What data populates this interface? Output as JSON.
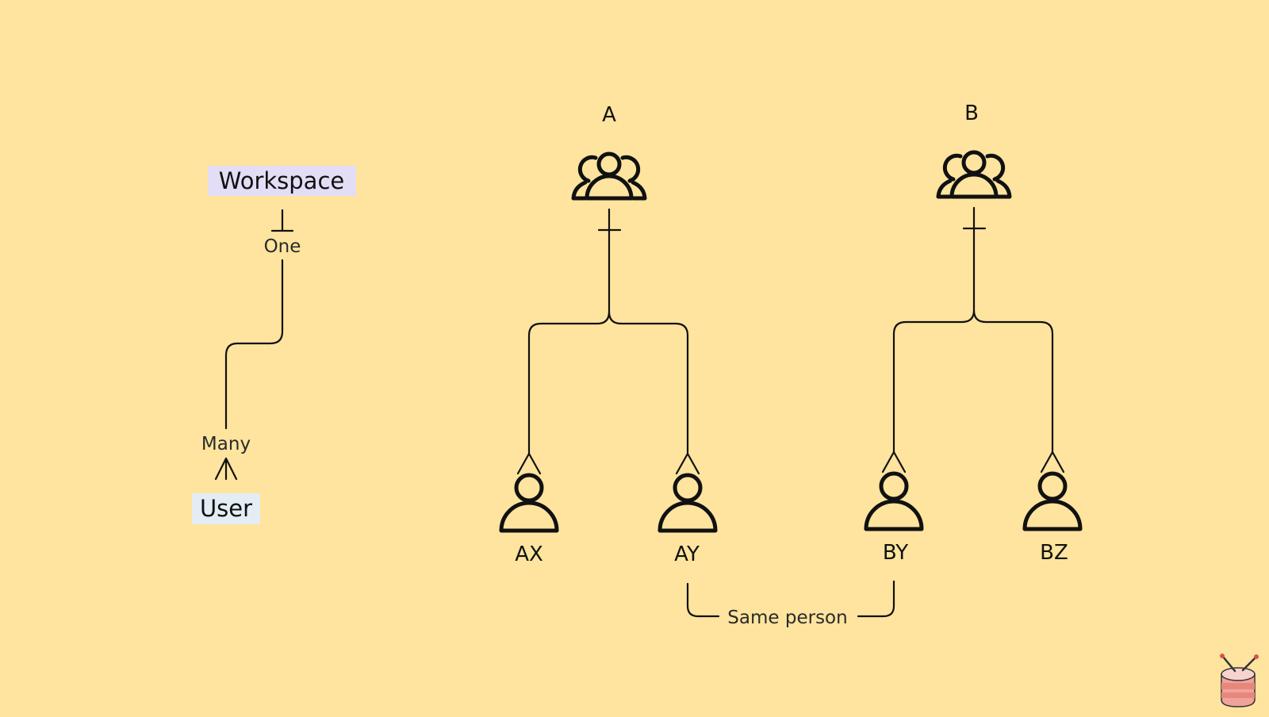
{
  "legend": {
    "entity_top": "Workspace",
    "entity_top_color": "#E3DDF5",
    "cardinality_top": "One",
    "cardinality_bottom": "Many",
    "entity_bottom": "User",
    "entity_bottom_color": "#E3EDF3"
  },
  "groups": [
    {
      "id": "A",
      "label": "A",
      "members": [
        "AX",
        "AY"
      ]
    },
    {
      "id": "B",
      "label": "B",
      "members": [
        "BY",
        "BZ"
      ]
    }
  ],
  "bracket": {
    "label": "Same person",
    "from": "AY",
    "to": "BY"
  },
  "colors": {
    "background": "#FEE49E",
    "line": "#111111",
    "logo_body": "#F0A39A",
    "logo_sticks": "#D9534F"
  },
  "icons": {
    "group": "group-of-people-icon",
    "person": "person-icon",
    "logo": "drum-logo-icon"
  }
}
